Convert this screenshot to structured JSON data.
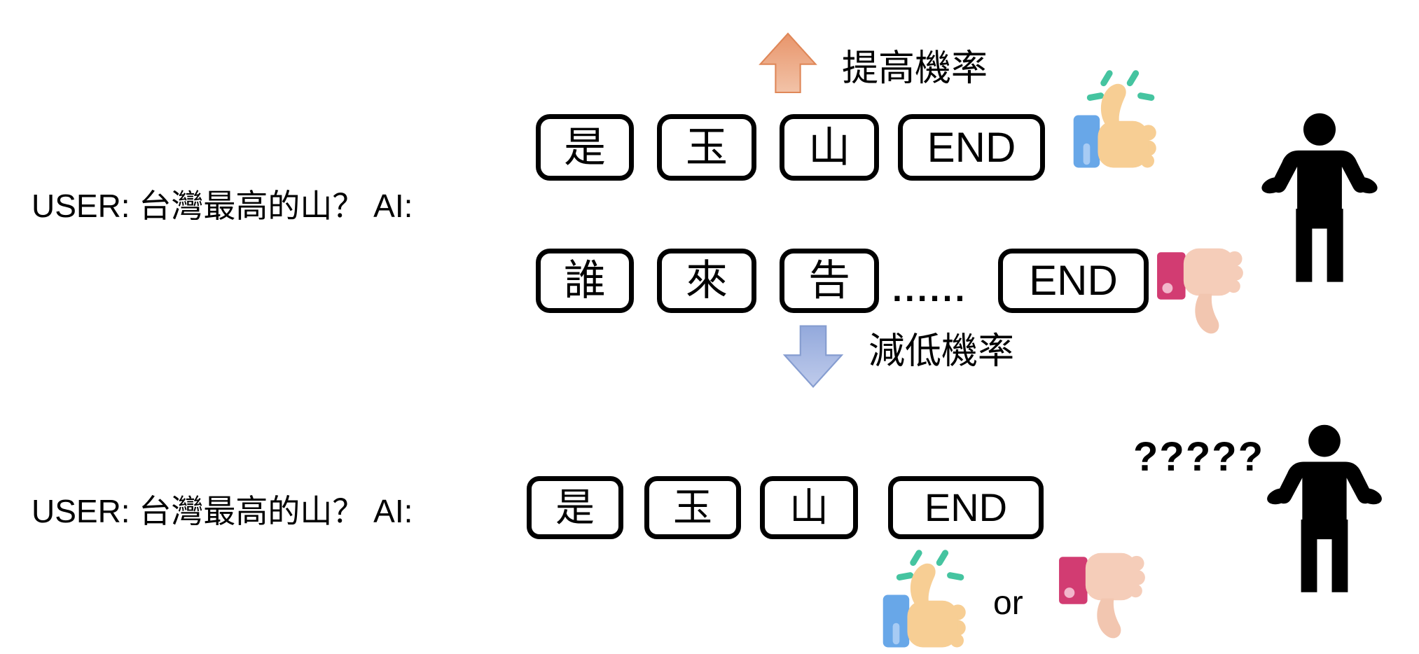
{
  "palette": {
    "up_arrow_fill_top": "#E8956B",
    "up_arrow_fill_bottom": "#F2C3A8",
    "up_arrow_stroke": "#DF8758",
    "down_arrow_fill_top": "#93A9DC",
    "down_arrow_fill_bottom": "#BFCBEB",
    "down_arrow_stroke": "#869DD0",
    "thumb_up_hand": "#F7CE94",
    "thumb_up_sleeve": "#68A7E8",
    "thumb_up_sparkle": "#45C4A0",
    "thumb_down_hand": "#F5CDB9",
    "thumb_down_cuff": "#D23C72",
    "person_silhouette": "#000000",
    "text": "#000000",
    "token_border": "#000000"
  },
  "example_1": {
    "user_prompt": "USER: 台灣最高的山？ AI:",
    "good_response": {
      "tokens": [
        "是",
        "玉",
        "山",
        "END"
      ],
      "feedback_icon": "thumbs-up",
      "effect_label": "提高機率",
      "effect_direction": "up"
    },
    "bad_response": {
      "tokens": [
        "誰",
        "來",
        "告"
      ],
      "ellipsis": "......",
      "end_token": "END",
      "feedback_icon": "thumbs-down",
      "effect_label": "減低機率",
      "effect_direction": "down"
    },
    "observer_icon": "person-shrugging"
  },
  "example_2": {
    "user_prompt": "USER: 台灣最高的山？ AI:",
    "response": {
      "tokens": [
        "是",
        "玉",
        "山",
        "END"
      ]
    },
    "feedback_choice": {
      "left_icon": "thumbs-up",
      "separator": "or",
      "right_icon": "thumbs-down"
    },
    "confusion_label": "?????",
    "observer_icon": "person-shrugging"
  }
}
